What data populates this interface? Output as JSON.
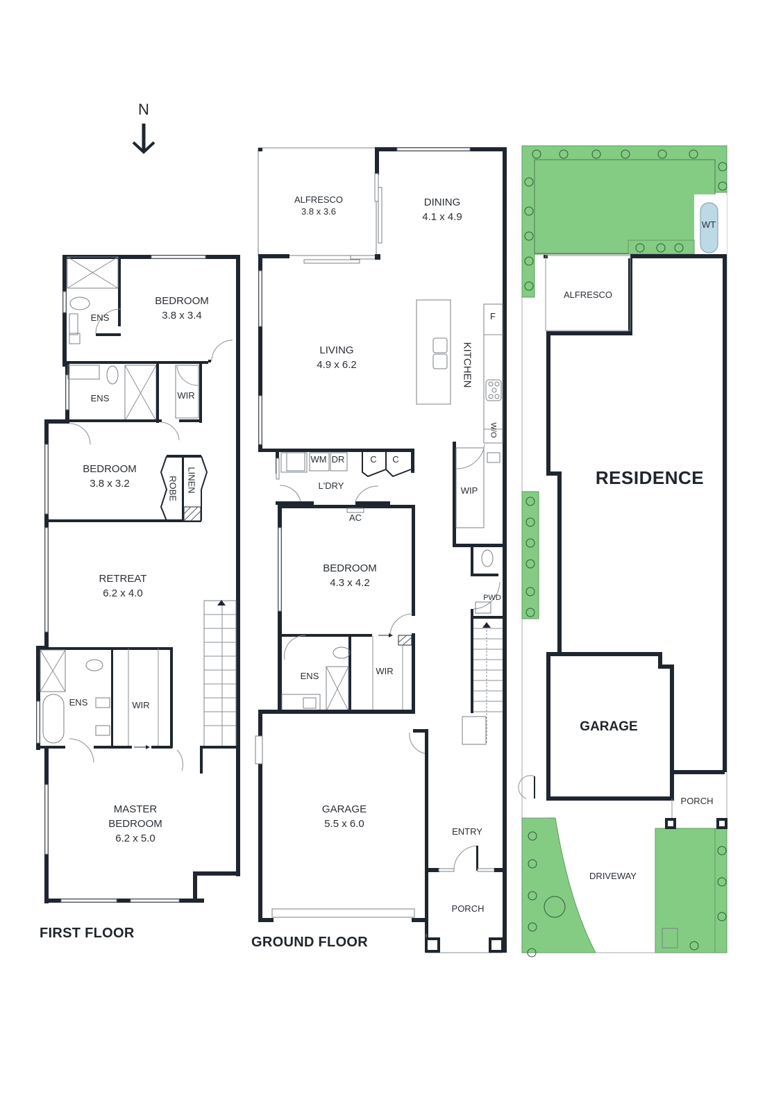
{
  "compass": {
    "label": "N",
    "arrow": "arrow-down"
  },
  "first_floor": {
    "title": "FIRST FLOOR",
    "rooms": [
      {
        "name": "BEDROOM",
        "dims": "3.8 x 3.4"
      },
      {
        "name": "ENS"
      },
      {
        "name": "ENS"
      },
      {
        "name": "WIR"
      },
      {
        "name": "BEDROOM",
        "dims": "3.8 x 3.2"
      },
      {
        "name": "ROBE"
      },
      {
        "name": "LINEN"
      },
      {
        "name": "RETREAT",
        "dims": "6.2 x 4.0"
      },
      {
        "name": "ENS"
      },
      {
        "name": "WIR"
      },
      {
        "name": "MASTER",
        "name2": "BEDROOM",
        "dims": "6.2 x 5.0"
      }
    ]
  },
  "ground_floor": {
    "title": "GROUND FLOOR",
    "rooms": [
      {
        "name": "ALFRESCO",
        "dims": "3.8 x 3.6"
      },
      {
        "name": "DINING",
        "dims": "4.1 x 4.9"
      },
      {
        "name": "LIVING",
        "dims": "4.9 x 6.2"
      },
      {
        "name": "KITCHEN"
      },
      {
        "name": "F"
      },
      {
        "name": "W/O"
      },
      {
        "name": "WM"
      },
      {
        "name": "DR"
      },
      {
        "name": "C"
      },
      {
        "name": "C"
      },
      {
        "name": "L'DRY"
      },
      {
        "name": "AC"
      },
      {
        "name": "WIP"
      },
      {
        "name": "BEDROOM",
        "dims": "4.3 x 4.2"
      },
      {
        "name": "PWD"
      },
      {
        "name": "ENS"
      },
      {
        "name": "WIR"
      },
      {
        "name": "GARAGE",
        "dims": "5.5 x 6.0"
      },
      {
        "name": "ENTRY"
      },
      {
        "name": "PORCH"
      }
    ]
  },
  "site_plan": {
    "labels": {
      "residence": "RESIDENCE",
      "garage": "GARAGE",
      "alfresco": "ALFRESCO",
      "porch": "PORCH",
      "driveway": "DRIVEWAY",
      "water_tank": "WT"
    },
    "colors": {
      "lawn": "#84cc84",
      "water_tank": "#bcd9e6",
      "wall": "#1f2630"
    }
  }
}
